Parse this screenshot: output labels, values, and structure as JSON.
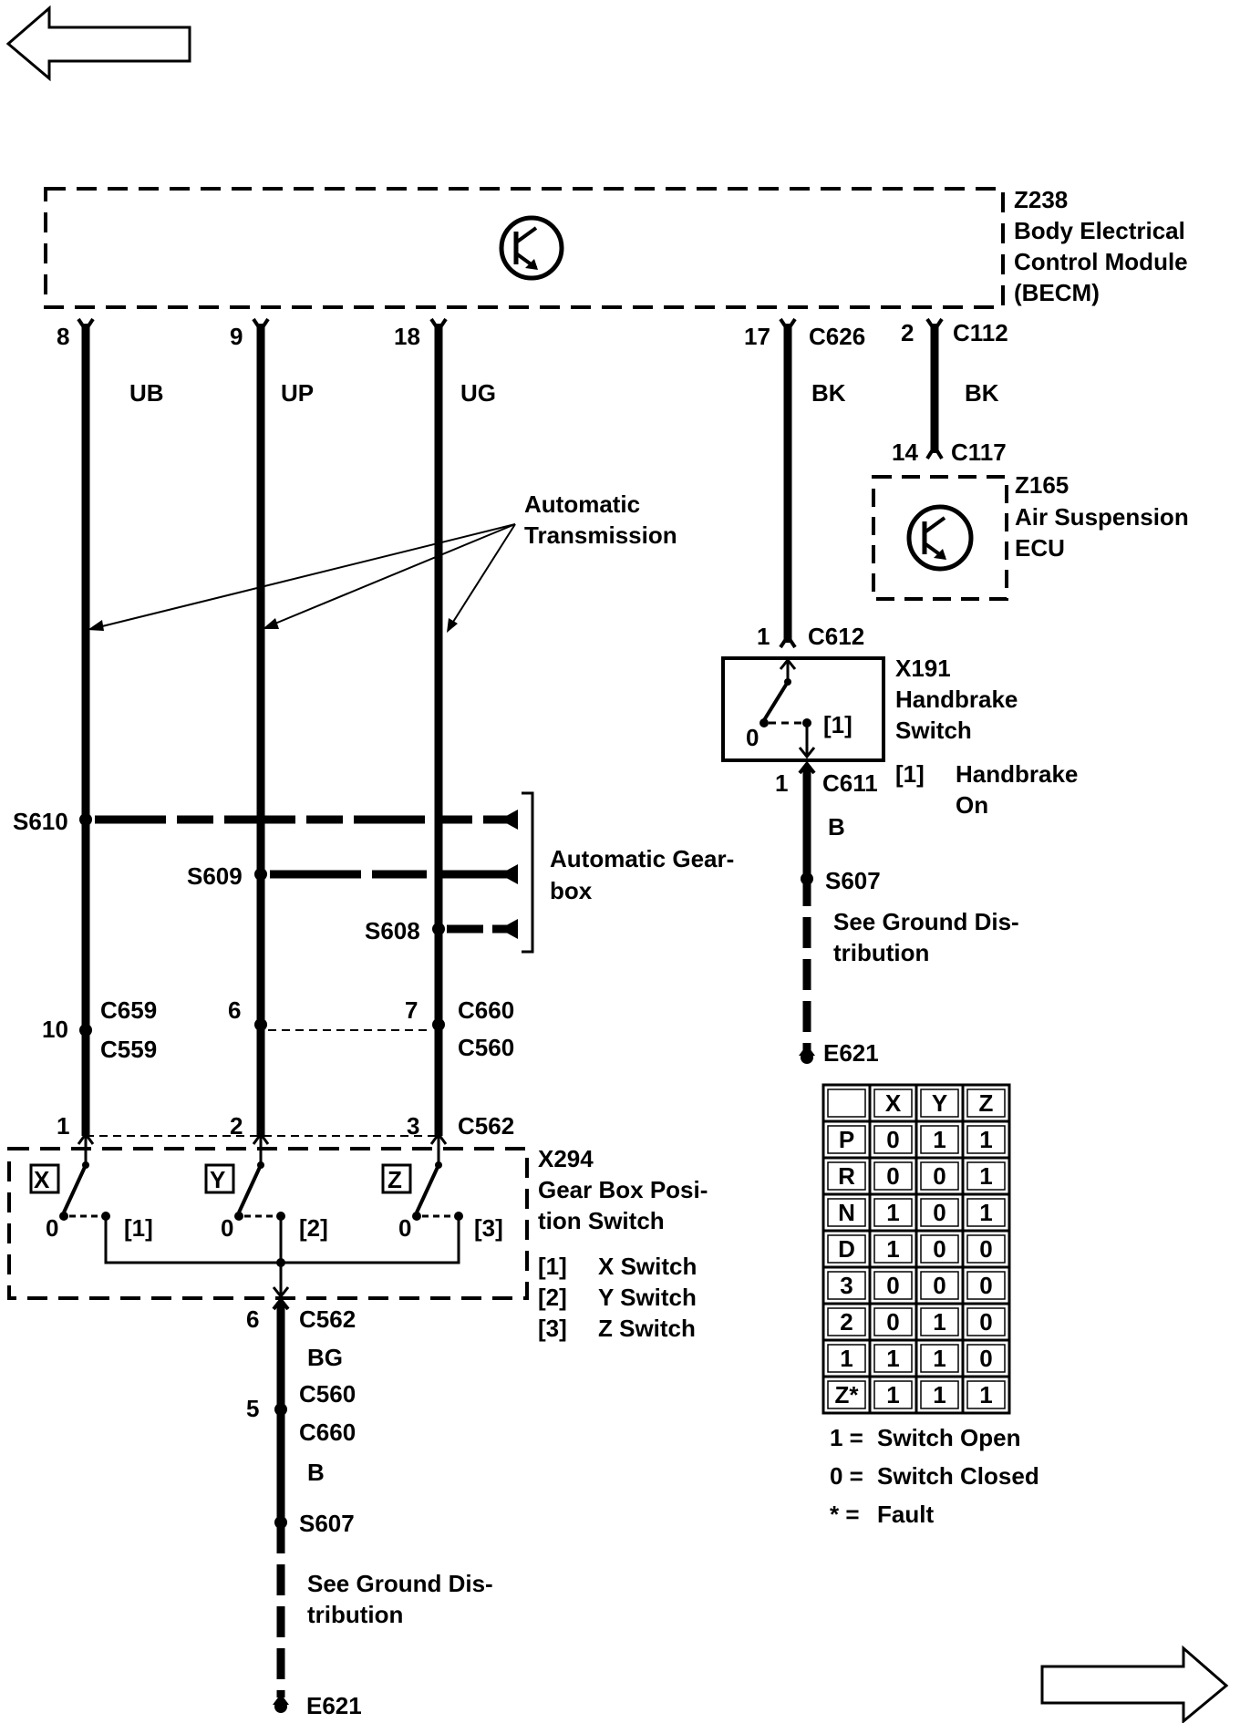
{
  "becm": {
    "id": "Z238",
    "name_line1": "Body Electrical",
    "name_line2": "Control Module",
    "name_line3": "(BECM)"
  },
  "pins_top": {
    "ub_pin": "8",
    "up_pin": "9",
    "ug_pin": "18",
    "bk1_pin": "17",
    "bk1_connector": "C626",
    "bk2_pin": "2",
    "bk2_connector": "C112"
  },
  "wire_colors": {
    "ub": "UB",
    "up": "UP",
    "ug": "UG",
    "bk1": "BK",
    "bk2": "BK",
    "bg": "BG",
    "b_left": "B",
    "b_right": "B"
  },
  "air_suspension": {
    "pin": "14",
    "connector": "C117",
    "id": "Z165",
    "name_line1": "Air Suspension",
    "name_line2": "ECU"
  },
  "annotation": {
    "line1": "Automatic",
    "line2": "Transmission"
  },
  "handbrake": {
    "top_pin": "1",
    "top_connector": "C612",
    "id": "X191",
    "name_line1": "Handbrake",
    "name_line2": "Switch",
    "state_zero": "0",
    "state_tag": "[1]",
    "bottom_pin": "1",
    "bottom_connector": "C611",
    "legend_tag": "[1]",
    "legend_line1": "Handbrake",
    "legend_line2": "On"
  },
  "splices": {
    "s610": "S610",
    "s609": "S609",
    "s608": "S608",
    "group_line1": "Automatic Gear-",
    "group_line2": "box"
  },
  "ground_right": {
    "splice": "S607",
    "note_line1": "See Ground Dis-",
    "note_line2": "tribution",
    "ground": "E621"
  },
  "mid_connectors": {
    "pin_10": "10",
    "c659": "C659",
    "c559": "C559",
    "pin_6": "6",
    "pin_7": "7",
    "c660": "C660",
    "c560": "C560"
  },
  "gearbox_switch": {
    "pin_1": "1",
    "pin_2": "2",
    "pin_3": "3",
    "top_connector": "C562",
    "id": "X294",
    "name_line1": "Gear Box Posi-",
    "name_line2": "tion Switch",
    "x_label": "X",
    "y_label": "Y",
    "z_label": "Z",
    "zero": "0",
    "tag1": "[1]",
    "tag2": "[2]",
    "tag3": "[3]",
    "legend": [
      {
        "tag": "[1]",
        "text": "X Switch"
      },
      {
        "tag": "[2]",
        "text": "Y Switch"
      },
      {
        "tag": "[3]",
        "text": "Z Switch"
      }
    ]
  },
  "ground_left": {
    "pin_6": "6",
    "c562": "C562",
    "pin_5": "5",
    "c560": "C560",
    "c660": "C660",
    "splice": "S607",
    "note_line1": "See Ground Dis-",
    "note_line2": "tribution",
    "ground": "E621"
  },
  "truth_table": {
    "headers": [
      "",
      "X",
      "Y",
      "Z"
    ],
    "rows": [
      [
        "P",
        "0",
        "1",
        "1"
      ],
      [
        "R",
        "0",
        "0",
        "1"
      ],
      [
        "N",
        "1",
        "0",
        "1"
      ],
      [
        "D",
        "1",
        "0",
        "0"
      ],
      [
        "3",
        "0",
        "0",
        "0"
      ],
      [
        "2",
        "0",
        "1",
        "0"
      ],
      [
        "1",
        "1",
        "1",
        "0"
      ],
      [
        "Z*",
        "1",
        "1",
        "1"
      ]
    ],
    "legend": [
      {
        "key": "1 =",
        "text": "Switch Open"
      },
      {
        "key": "0 =",
        "text": "Switch Closed"
      },
      {
        "key": "* =",
        "text": "Fault"
      }
    ]
  }
}
